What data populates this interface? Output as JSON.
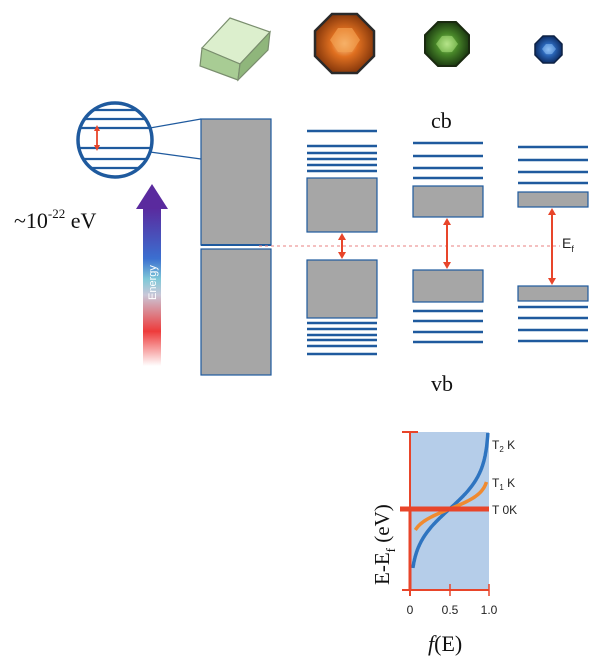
{
  "labels": {
    "cb": "cb",
    "vb": "vb",
    "energy_spacing_base": "~10",
    "energy_spacing_exp": "-22",
    "energy_spacing_unit": " eV",
    "energy_arrow": "Energy",
    "fermi_base": "E",
    "fermi_sub": "f"
  },
  "fermi_plot": {
    "ylabel_a": "E-E",
    "ylabel_sub": "f",
    "ylabel_b": " (eV)",
    "xlabel_f": "f",
    "xlabel_rest": "(E)",
    "xticks": [
      "0",
      "0.5",
      "1.0"
    ],
    "curves": [
      {
        "label_base": "T",
        "label_sub": "2",
        "label_rest": " K",
        "color": "#2e74c0"
      },
      {
        "label_base": "T",
        "label_sub": "1",
        "label_rest": " K",
        "color": "#f08a30"
      },
      {
        "label_base": "T",
        "label_sub": "",
        "label_rest": " 0K",
        "color": "#e8452a"
      }
    ]
  },
  "colors": {
    "band_line": "#1f5a9e",
    "block_fill": "#a6a6a6",
    "gap_arrow": "#e8452a",
    "plot_bg": "#b5cde9",
    "axis_red": "#e8452a",
    "crystal_fill": "#c7e3b5",
    "cluster_large": "#d4601a",
    "cluster_medium": "#3f7a2a",
    "cluster_small": "#2a66b8"
  },
  "icons": [
    "bulk-crystal-icon",
    "large-nanoparticle-icon",
    "medium-nanoparticle-icon",
    "small-nanoparticle-icon"
  ]
}
